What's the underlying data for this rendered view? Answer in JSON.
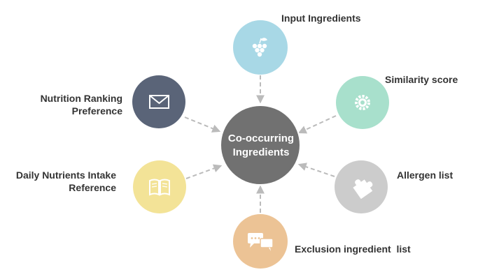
{
  "center": {
    "line1": "Co-occurring",
    "line2": "Ingredients",
    "color": "#717171"
  },
  "nodes": [
    {
      "id": "input",
      "label_lines": [
        "Input Ingredients"
      ],
      "color": "#a8d8e6",
      "icon": "grapes-icon"
    },
    {
      "id": "similarity",
      "label_lines": [
        "Similarity score"
      ],
      "color": "#a8e0cc",
      "icon": "gear-icon"
    },
    {
      "id": "allergen",
      "label_lines": [
        "Allergen list"
      ],
      "color": "#cccccc",
      "icon": "puzzle-icon"
    },
    {
      "id": "exclusion",
      "label_lines": [
        "Exclusion ingredient  list"
      ],
      "color": "#ecc395",
      "icon": "speech-bubbles-icon"
    },
    {
      "id": "daily",
      "label_lines": [
        "Daily Nutrients Intake",
        "Reference"
      ],
      "color": "#f3e397",
      "icon": "book-icon"
    },
    {
      "id": "nutrition",
      "label_lines": [
        "Nutrition Ranking",
        "Preference"
      ],
      "color": "#5a6478",
      "icon": "envelope-icon"
    }
  ],
  "arrow_color": "#bbbbbb"
}
